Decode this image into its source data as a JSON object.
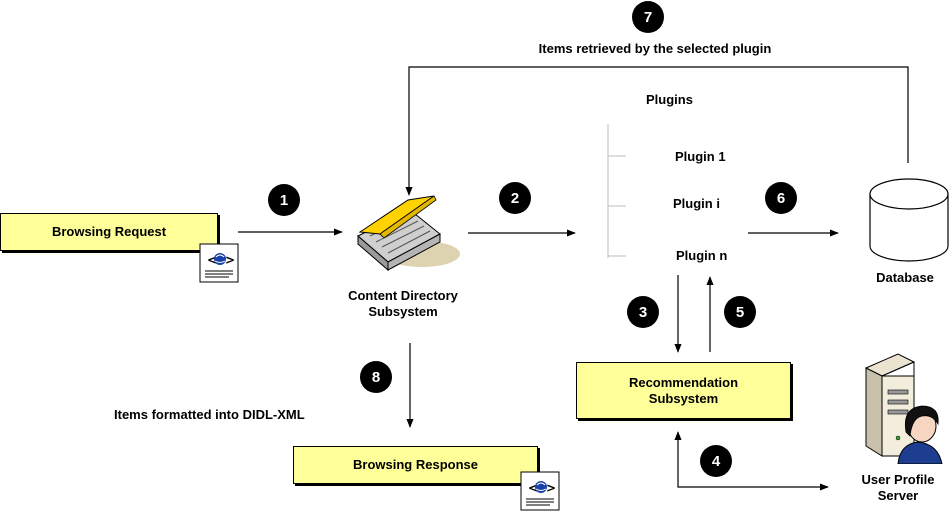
{
  "nodes": {
    "browsing_request": "Browsing Request",
    "content_directory": [
      "Content Directory",
      "Subsystem"
    ],
    "plugins_title": "Plugins",
    "plugin_1": "Plugin 1",
    "plugin_i": "Plugin i",
    "plugin_n": "Plugin n",
    "database": "Database",
    "recommendation": [
      "Recommendation",
      "Subsystem"
    ],
    "user_profile": [
      "User Profile",
      "Server"
    ],
    "browsing_response": "Browsing Response"
  },
  "edge_labels": {
    "items_retrieved": "Items retrieved by the selected plugin",
    "items_formatted": "Items formatted into DIDL-XML"
  },
  "steps": [
    "1",
    "2",
    "3",
    "4",
    "5",
    "6",
    "7",
    "8"
  ],
  "colors": {
    "box_fill": "#ffff99",
    "badge_fill": "#000000",
    "badge_text": "#ffffff",
    "line": "#000000"
  },
  "icons": [
    "xml-document-icon",
    "book-icon",
    "database-icon",
    "server-with-user-icon"
  ]
}
